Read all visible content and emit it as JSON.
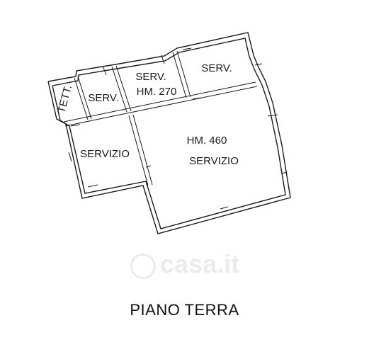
{
  "plan": {
    "rooms": [
      {
        "id": "tett",
        "label": "TETT."
      },
      {
        "id": "serv-small",
        "label": "SERV."
      },
      {
        "id": "serv-hm270",
        "label": "SERV."
      },
      {
        "id": "serv-hm270-height",
        "label": "HM. 270"
      },
      {
        "id": "serv-right",
        "label": "SERV."
      },
      {
        "id": "servizio-left",
        "label": "SERVIZIO"
      },
      {
        "id": "main-height",
        "label": "HM. 460"
      },
      {
        "id": "main",
        "label": "SERVIZIO"
      }
    ]
  },
  "watermark": {
    "text": "casa.it"
  },
  "title": "PIANO TERRA"
}
